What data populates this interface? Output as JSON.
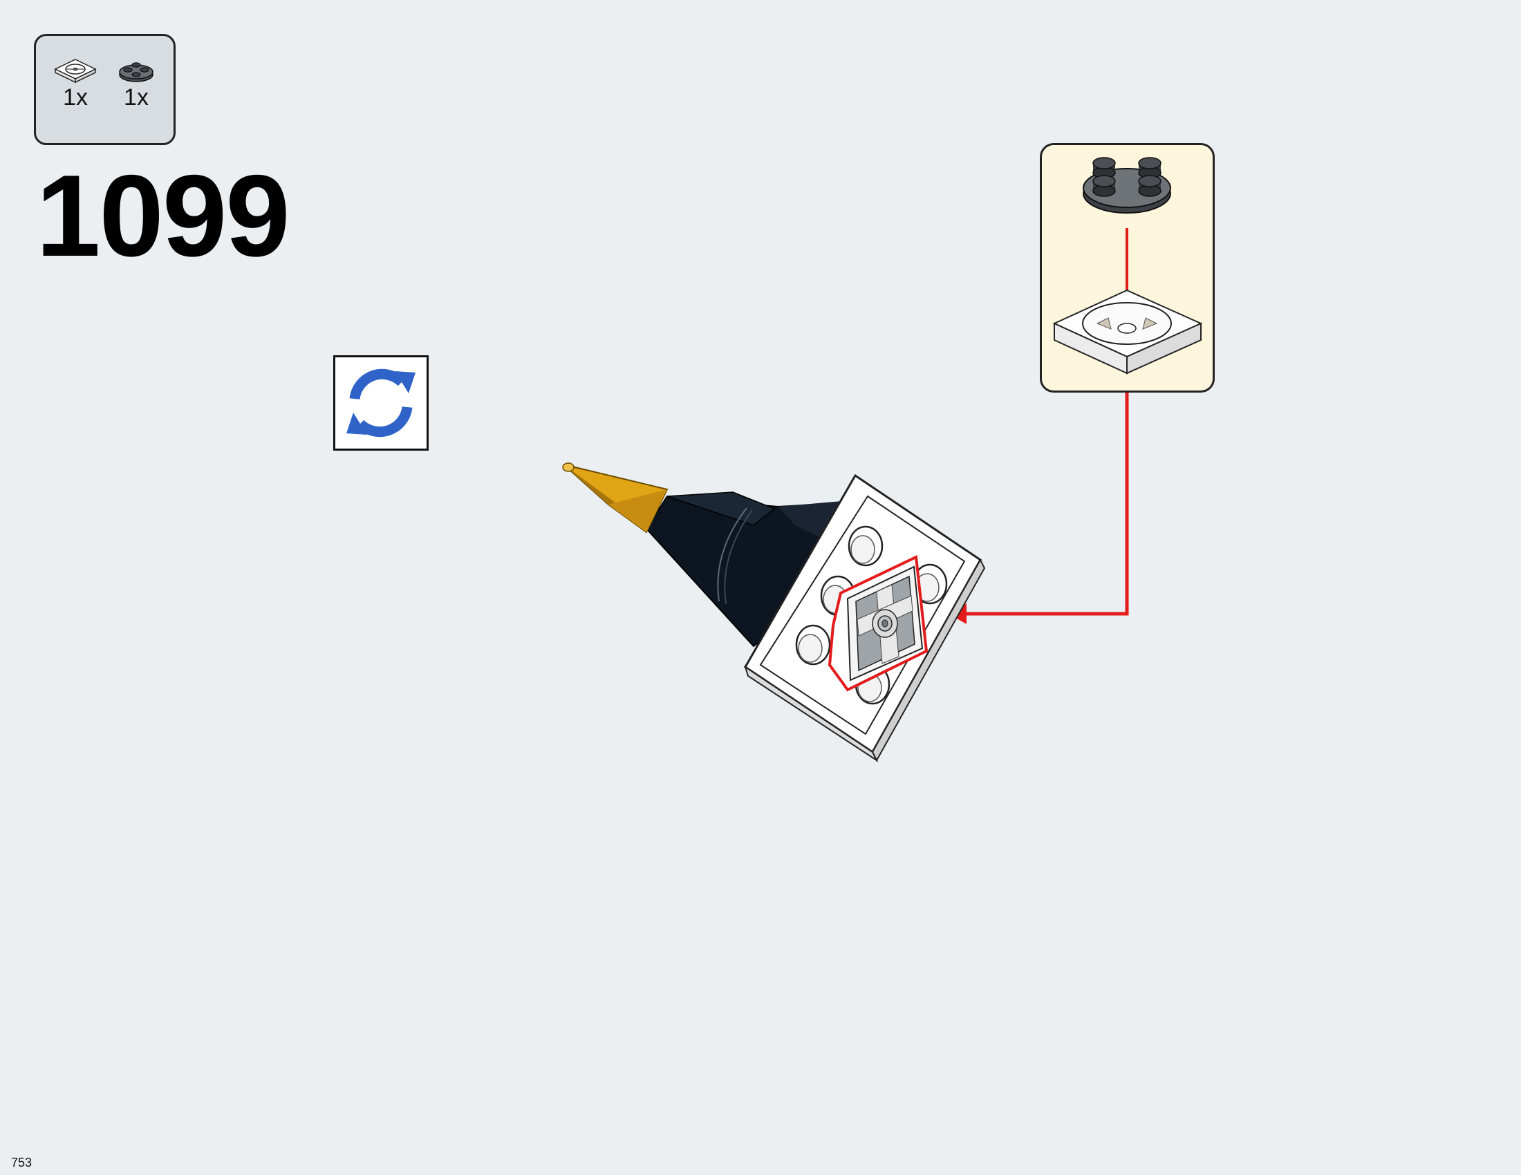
{
  "step": {
    "number": "1099"
  },
  "parts_list": {
    "items": [
      {
        "icon": "tile-2x2-with-center-hole-icon",
        "color": "#ffffff",
        "quantity": "1x"
      },
      {
        "icon": "round-plate-2x2-icon",
        "color": "#4a4e52",
        "quantity": "1x"
      }
    ]
  },
  "rotate_model": {
    "icon": "rotate-arrows-icon",
    "color": "#2f63c8"
  },
  "callout": {
    "background": "#fdf6dd"
  },
  "assembly": {
    "arrow_color": "#e31b1b",
    "highlight_color": "#e31b1b",
    "cone_color": "#0d1520",
    "tip_color": "#e0a414"
  },
  "footer": {
    "page_number": "753"
  }
}
